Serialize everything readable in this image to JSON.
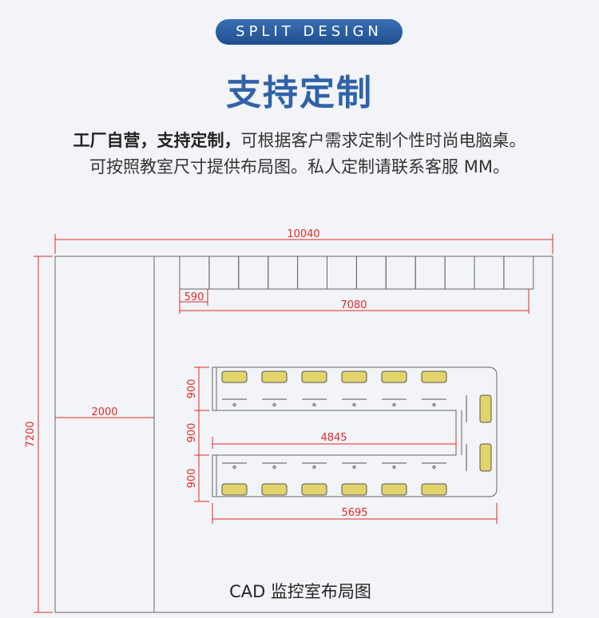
{
  "badge": "SPLIT DESIGN",
  "heading": "支持定制",
  "description": {
    "line1_bold_a": "工厂自营，",
    "line1_bold_b": "支持定制，",
    "line1_rest": "可根据客户需求定制个性时尚电脑桌。",
    "line2": "可按照教室尺寸提供布局图。私人定制请联系客服 MM。"
  },
  "cad": {
    "caption": "CAD 监控室布局图",
    "dimensions": {
      "total_width": "10040",
      "total_height": "7200",
      "left_zone": "2000",
      "cabinet_unit": "590",
      "cabinet_run": "7080",
      "row_depth_1": "900",
      "row_depth_2": "900",
      "row_depth_3": "900",
      "inner_span": "4845",
      "desk_span": "5695"
    },
    "colors": {
      "dimension": "#e02a2a",
      "outline": "#555555",
      "seat": "#e2d36a"
    }
  }
}
